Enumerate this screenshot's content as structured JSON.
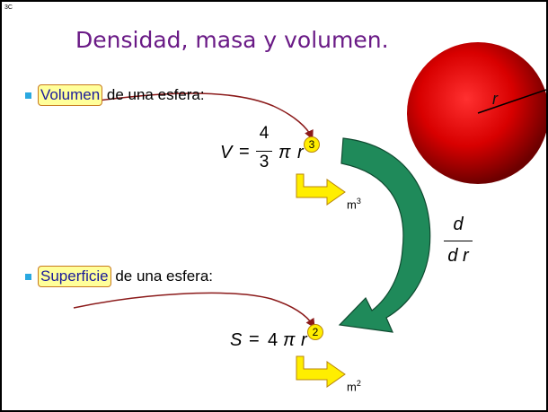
{
  "slide": {
    "number": "3C",
    "title": "Densidad, masa y volumen."
  },
  "volume": {
    "keyword": "Volumen",
    "rest": " de una esfera:",
    "lhs": "V",
    "equals": "=",
    "numerator": "4",
    "denominator": "3",
    "pi": "π",
    "r": "r",
    "exponent": "3",
    "unit": "m",
    "unit_exp": "3"
  },
  "surface": {
    "keyword": "Superficie",
    "rest": " de una esfera:",
    "lhs": "S",
    "equals": "=",
    "coef": "4",
    "pi": "π",
    "r": "r",
    "exponent": "2",
    "unit": "m",
    "unit_exp": "2"
  },
  "derivative": {
    "numerator": "d",
    "denominator": "d r"
  },
  "sphere": {
    "radius_label": "r"
  },
  "colors": {
    "title": "#6a1a86",
    "bullet": "#2aa8e0",
    "highlight": "#ffff9a",
    "highlight_text": "#1a1a9a",
    "arrow_green": "#1f8a5a",
    "arrow_yellow": "#ffee00",
    "curve": "#8b1a1a",
    "sphere": "#d80000"
  }
}
